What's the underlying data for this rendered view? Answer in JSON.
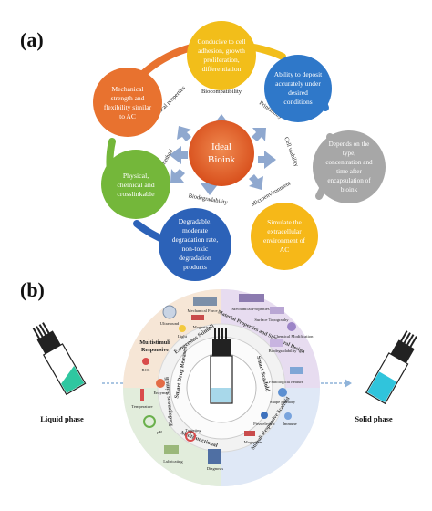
{
  "panel_a": {
    "label": "(a)",
    "center": {
      "text_line1": "Ideal",
      "text_line2": "Bioink"
    },
    "properties": {
      "biocompatibility": "Biocompatibility",
      "printability": "Printability",
      "cell_viability": "Cell viability",
      "microenvironment": "Microenvironment",
      "biodegradability": "Biodegradability",
      "curing_method": "Curing method",
      "mechanical_properties": "Mechanical properties"
    },
    "nodes": {
      "top": [
        "Conducive to cell",
        "adhesion, growth",
        "proliferation,",
        "differentiation"
      ],
      "upper_right": [
        "Ability to deposit",
        "accurately under",
        "desired",
        "conditions"
      ],
      "right": [
        "Depends on the",
        "type,",
        "concentration and",
        "time after",
        "encapsulation of",
        "bioink"
      ],
      "lower_right": [
        "Simulate the",
        "extracellular",
        "environment of",
        "AC"
      ],
      "bottom": [
        "Degradable,",
        "moderate",
        "degradation rate,",
        "non-toxic",
        "degradation",
        "products"
      ],
      "left": [
        "Physical,",
        "chemical and",
        "crosslinkable"
      ],
      "upper_left": [
        "Mechanical",
        "strength and",
        "flexibility similar",
        "to AC"
      ]
    },
    "colors": {
      "top": "#f2be1a",
      "upper_right": "#2f78c9",
      "right": "#a7a7a7",
      "lower_right": "#f6b818",
      "bottom": "#2c62b8",
      "left": "#74b73a",
      "upper_left": "#e8722f",
      "center": "#e05a25",
      "arrow": "#8fa8cf"
    }
  },
  "panel_b": {
    "label": "(b)",
    "liquid_phase": "Liquid phase",
    "solid_phase": "Solid phase",
    "ring": {
      "exogenous_stimuli": "Exogenous Stimuli",
      "material_properties": "Material Properties and Structural Design",
      "smart_drug_release": "Smart Drug Release",
      "smart_scaffold": "Smart Scaffold",
      "endogenous_stimuli": "Endogenous Stimuli",
      "stimuli_responsive_scaffold": "Stimuli-Responsive Scaffold",
      "multifunctional": "Multifunctional",
      "multistimuli_title": "Multistimuli",
      "multistimuli_subtitle": "Responsive"
    },
    "items": {
      "mechanical_force": "Mechanical Force",
      "ultrasound": "Ultrasound",
      "magnetism_top": "Magnetism",
      "light": "Light",
      "mechanical_properties": "Mechanical Properties",
      "surface_topography": "Surface Topography",
      "chemical_modification": "Chemical Modification",
      "biodegradability": "Biodegradability",
      "ros": "ROS",
      "enzyme": "Enzyme",
      "temperature": "Temperature",
      "ph": "pH",
      "pathological_feature": "Pathological Feature",
      "shape_memory": "Shape Memory",
      "piezoelectric": "Piezoelectric",
      "immune": "Immune",
      "magnetism_bottom": "Magnetism",
      "targeting": "Targeting",
      "lubricating": "Lubricating",
      "diagnosis": "Diagnosis"
    }
  }
}
